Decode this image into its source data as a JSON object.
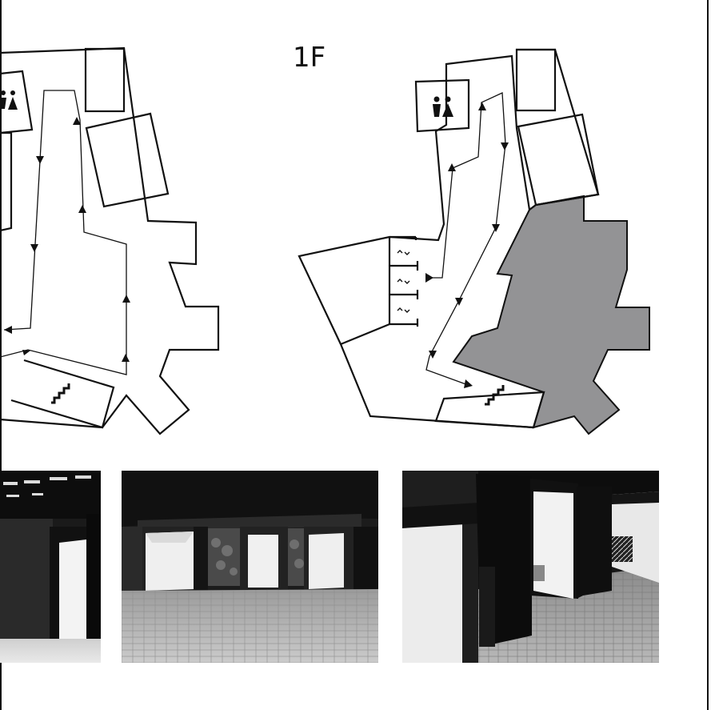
{
  "floor_label": "1F",
  "colors": {
    "line": "#111111",
    "highlight_area": "#939395",
    "background": "#ffffff"
  },
  "icons": {
    "restroom": "restroom-icon",
    "stairs": "stairs-icon",
    "lockers": "locker-icon"
  },
  "photos": [
    {
      "name": "gallery-photo-left"
    },
    {
      "name": "gallery-photo-center"
    },
    {
      "name": "gallery-photo-right"
    }
  ]
}
